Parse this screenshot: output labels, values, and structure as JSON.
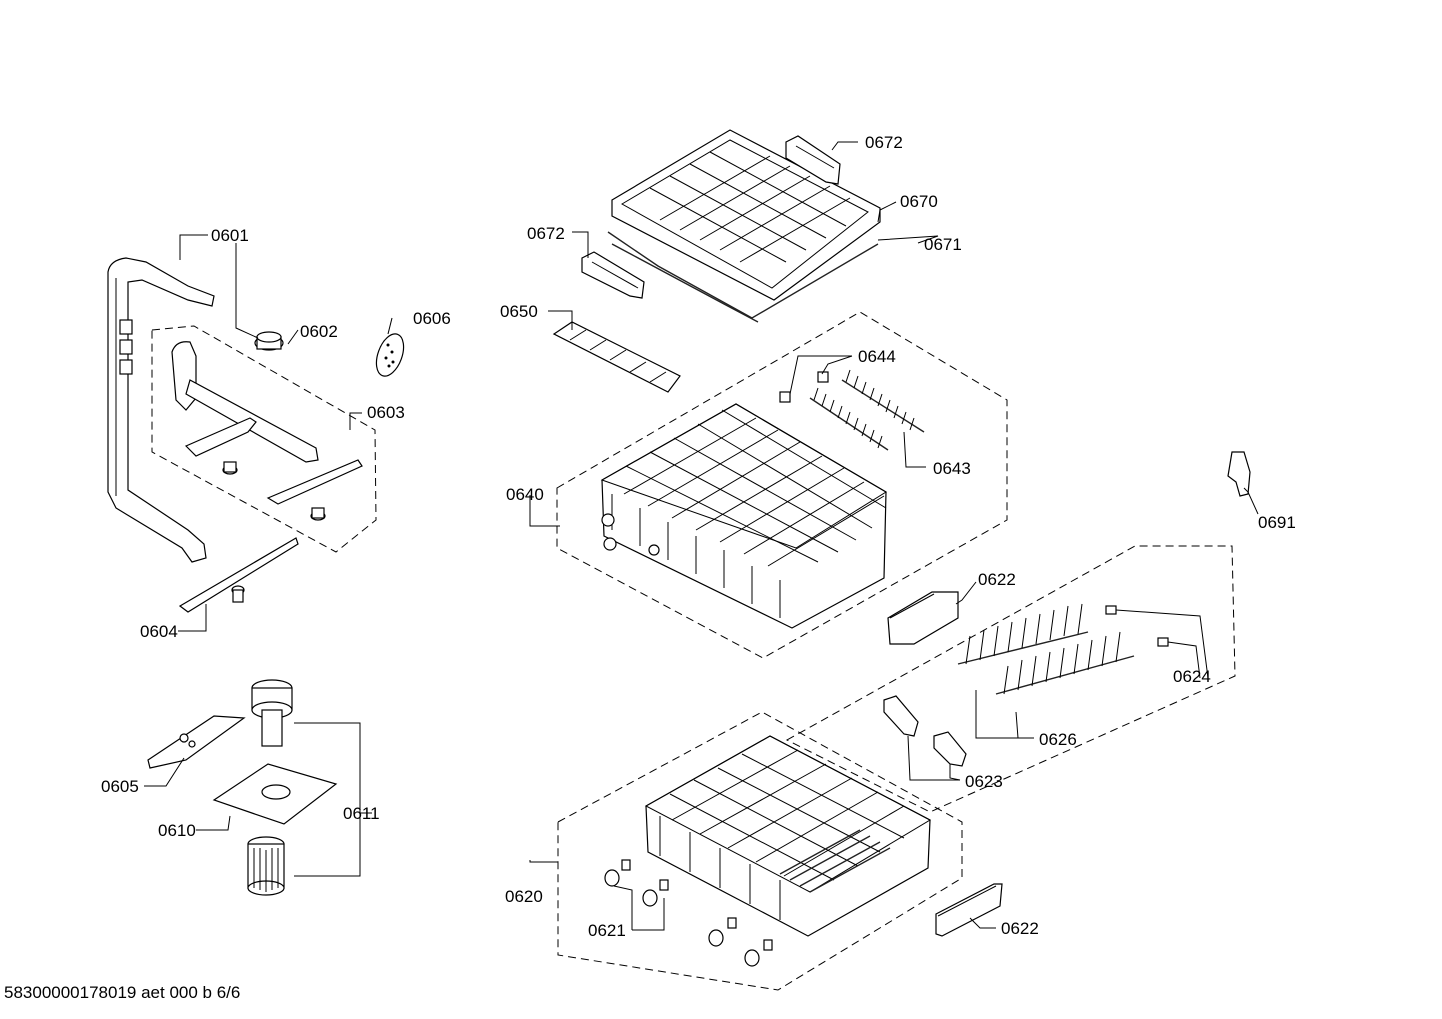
{
  "labels": [
    {
      "id": "0601",
      "text": "0601"
    },
    {
      "id": "0602",
      "text": "0602"
    },
    {
      "id": "0603",
      "text": "0603"
    },
    {
      "id": "0604",
      "text": "0604"
    },
    {
      "id": "0605",
      "text": "0605"
    },
    {
      "id": "0606",
      "text": "0606"
    },
    {
      "id": "0610",
      "text": "0610"
    },
    {
      "id": "0611",
      "text": "0611"
    },
    {
      "id": "0620",
      "text": "0620"
    },
    {
      "id": "0621",
      "text": "0621"
    },
    {
      "id": "0622a",
      "text": "0622"
    },
    {
      "id": "0622b",
      "text": "0622"
    },
    {
      "id": "0623",
      "text": "0623"
    },
    {
      "id": "0624",
      "text": "0624"
    },
    {
      "id": "0626",
      "text": "0626"
    },
    {
      "id": "0640",
      "text": "0640"
    },
    {
      "id": "0643",
      "text": "0643"
    },
    {
      "id": "0644",
      "text": "0644"
    },
    {
      "id": "0650",
      "text": "0650"
    },
    {
      "id": "0670",
      "text": "0670"
    },
    {
      "id": "0671",
      "text": "0671"
    },
    {
      "id": "0672a",
      "text": "0672"
    },
    {
      "id": "0672b",
      "text": "0672"
    },
    {
      "id": "0691",
      "text": "0691"
    }
  ],
  "footer": "58300000178019 aet 000 b 6/6"
}
